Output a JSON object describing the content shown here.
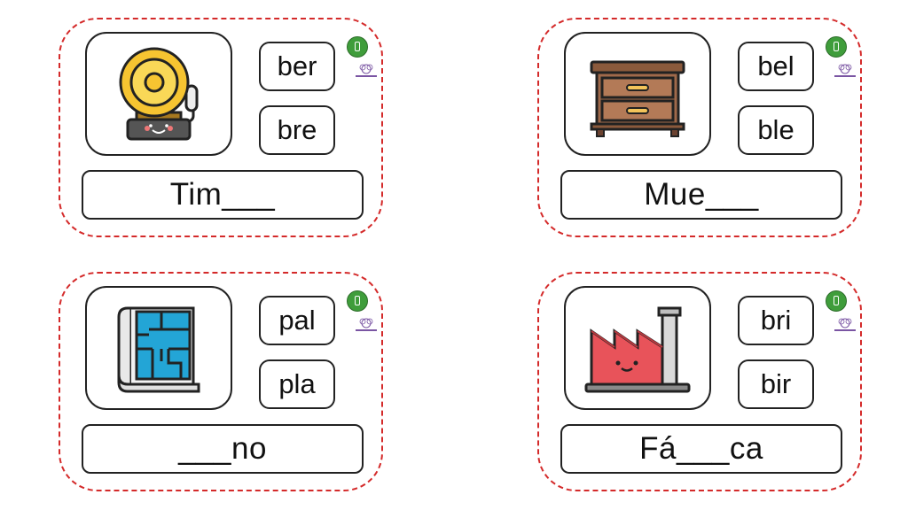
{
  "colors": {
    "border": "#d42a2a",
    "logo_green": "#3f9d3b",
    "logo_purple": "#7a55a3"
  },
  "cards": [
    {
      "icon": "alarm-bell-icon",
      "options": [
        "ber",
        "bre"
      ],
      "word": "Tim___"
    },
    {
      "icon": "dresser-icon",
      "options": [
        "bel",
        "ble"
      ],
      "word": "Mue___"
    },
    {
      "icon": "blueprint-icon",
      "options": [
        "pal",
        "pla"
      ],
      "word": "___no"
    },
    {
      "icon": "factory-icon",
      "options": [
        "bri",
        "bir"
      ],
      "word": "Fá___ca"
    }
  ]
}
